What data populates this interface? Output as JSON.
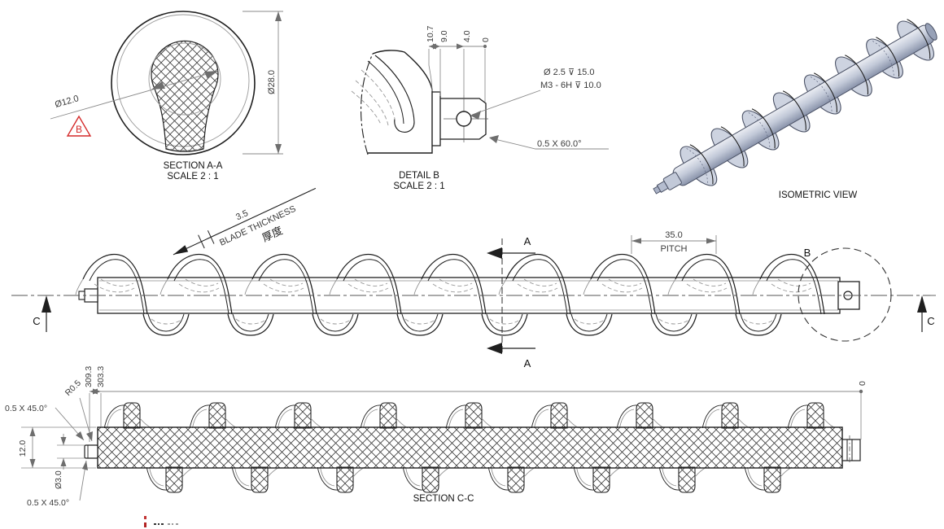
{
  "section_aa": {
    "title": "SECTION A-A",
    "scale": "SCALE 2 : 1",
    "outer_dia": "Ø28.0",
    "bore_dia": "Ø12.0",
    "datum_label": "B"
  },
  "detail_b": {
    "title": "DETAIL B",
    "scale": "SCALE 2 : 1",
    "ordinates": [
      "10.7",
      "9.0",
      "4.0",
      "0"
    ],
    "hole_note1": "Ø 2.5 ⊽ 15.0",
    "hole_note2": "M3 - 6H ⊽ 10.0",
    "chamfer_note": "0.5 X 60.0°"
  },
  "isometric": {
    "title": "ISOMETRIC VIEW"
  },
  "side_view": {
    "blade_thickness": "3.5",
    "blade_thickness_label": "BLADE THICKNESS",
    "blade_thickness_cn": "厚度",
    "pitch": "35.0",
    "pitch_label": "PITCH",
    "section_a_label": "A",
    "section_c_label": "C",
    "detail_b_label": "B"
  },
  "section_cc": {
    "title": "SECTION C-C",
    "ordinate_left_1": "309.3",
    "ordinate_left_2": "303.3",
    "ordinate_right": "0",
    "chamfer_top": "0.5 X 45.0°",
    "fillet": "R0.5",
    "thickness": "12.0",
    "stub_dia": "Ø3.0",
    "chamfer_bottom": "0.5 X 45.0°"
  }
}
